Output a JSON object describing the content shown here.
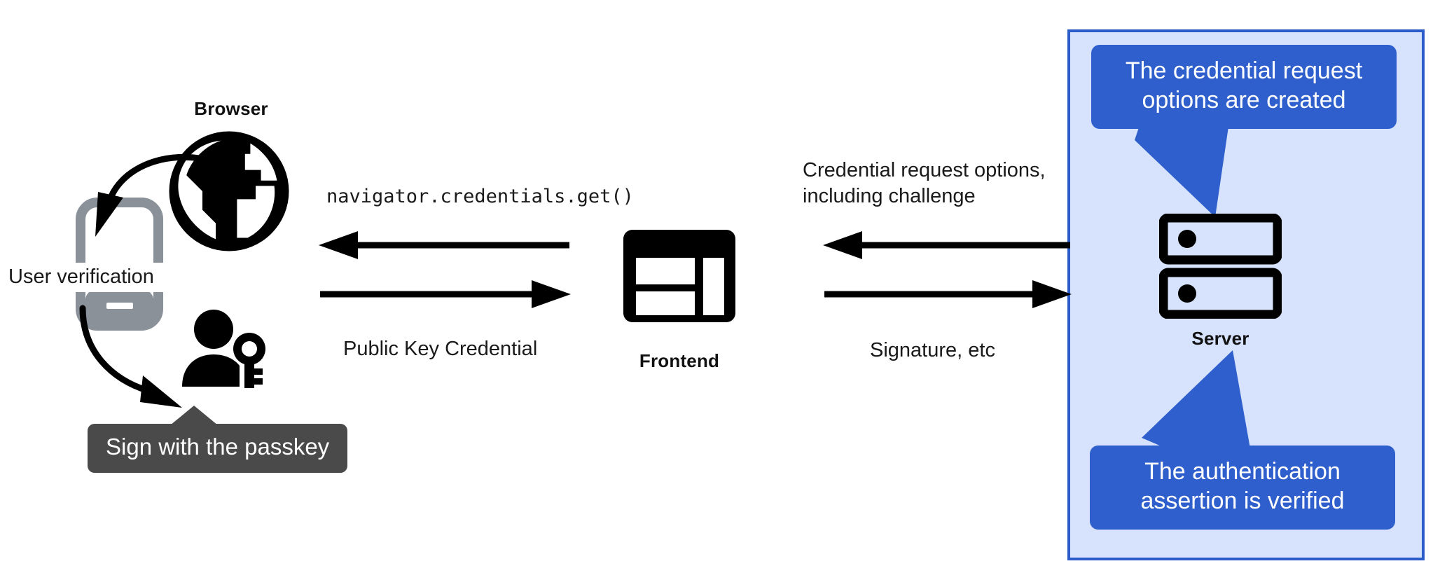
{
  "diagram": {
    "title": "WebAuthn passkey authentication flow",
    "colors": {
      "panel_bg": "#d7e3fc",
      "panel_border": "#2b5cc9",
      "callout_blue": "#2e5fcc",
      "tooltip_dark": "#4a4a4a",
      "phone_gray": "#8a9199",
      "icon_black": "#000000",
      "text_black": "#1a1a1a"
    }
  },
  "browser": {
    "label": "Browser",
    "icon": "globe-icon"
  },
  "phone": {
    "icon": "smartphone-icon",
    "verification_label": "User verification"
  },
  "user": {
    "icon": "person-with-key-icon",
    "tooltip": "Sign with the passkey"
  },
  "frontend": {
    "label": "Frontend",
    "icon": "web-layout-icon"
  },
  "flows": {
    "browser_to_frontend_top": "navigator.credentials.get()",
    "browser_to_frontend_bottom": "Public Key Credential",
    "frontend_to_server_top_line1": "Credential request options,",
    "frontend_to_server_top_line2": "including challenge",
    "frontend_to_server_bottom": "Signature, etc"
  },
  "server": {
    "label": "Server",
    "icon": "server-rack-icon",
    "callout_top_line1": "The credential request",
    "callout_top_line2": "options are created",
    "callout_bottom_line1": "The authentication",
    "callout_bottom_line2": "assertion is verified"
  }
}
